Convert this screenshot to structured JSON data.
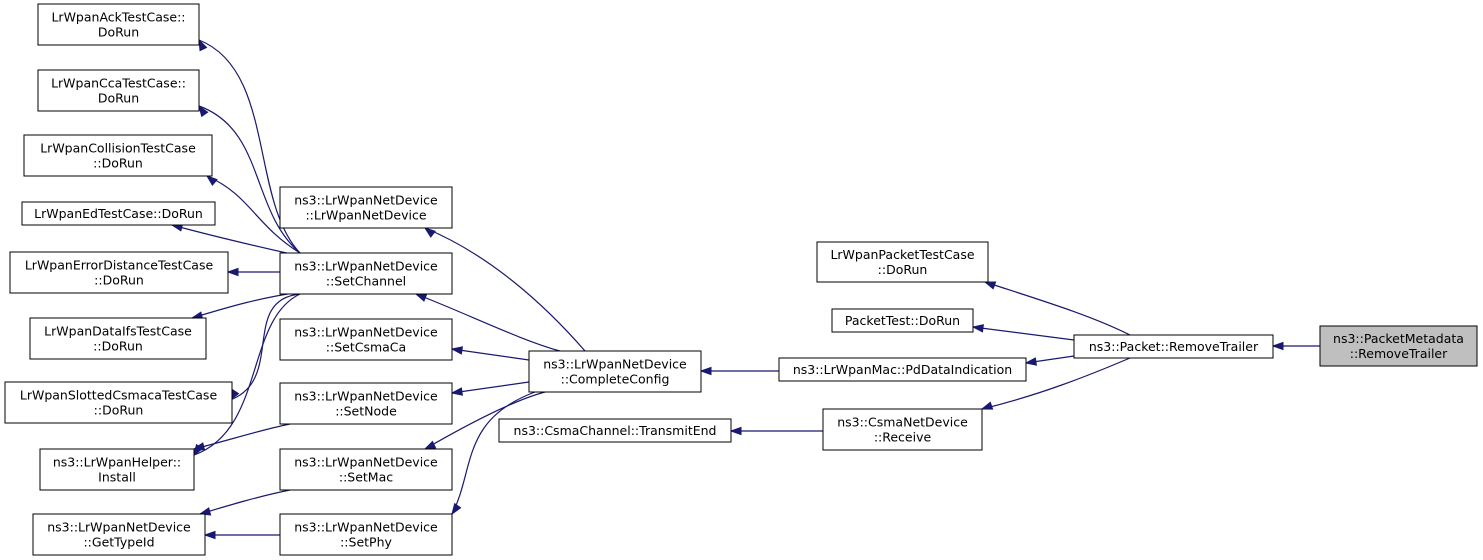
{
  "graph": {
    "nodes": [
      {
        "id": "removetrailer_meta",
        "lines": [
          "ns3::PacketMetadata",
          "::RemoveTrailer"
        ],
        "highlight": true
      },
      {
        "id": "packet_removetrailer",
        "lines": [
          "ns3::Packet::RemoveTrailer"
        ]
      },
      {
        "id": "lrwpanpackettestcase_dorun",
        "lines": [
          "LrWpanPacketTestCase",
          "::DoRun"
        ]
      },
      {
        "id": "packettest_dorun",
        "lines": [
          "PacketTest::DoRun"
        ]
      },
      {
        "id": "lrwpanmac_pddataindication",
        "lines": [
          "ns3::LrWpanMac::PdDataIndication"
        ]
      },
      {
        "id": "csmanetdevice_receive",
        "lines": [
          "ns3::CsmaNetDevice",
          "::Receive"
        ]
      },
      {
        "id": "csmachannel_transmitend",
        "lines": [
          "ns3::CsmaChannel::TransmitEnd"
        ]
      },
      {
        "id": "completeconfig",
        "lines": [
          "ns3::LrWpanNetDevice",
          "::CompleteConfig"
        ]
      },
      {
        "id": "lrwpannetdevice_ctor",
        "lines": [
          "ns3::LrWpanNetDevice",
          "::LrWpanNetDevice"
        ]
      },
      {
        "id": "setchannel",
        "lines": [
          "ns3::LrWpanNetDevice",
          "::SetChannel"
        ]
      },
      {
        "id": "setcsmaca",
        "lines": [
          "ns3::LrWpanNetDevice",
          "::SetCsmaCa"
        ]
      },
      {
        "id": "setnode",
        "lines": [
          "ns3::LrWpanNetDevice",
          "::SetNode"
        ]
      },
      {
        "id": "setmac",
        "lines": [
          "ns3::LrWpanNetDevice",
          "::SetMac"
        ]
      },
      {
        "id": "setphy",
        "lines": [
          "ns3::LrWpanNetDevice",
          "::SetPhy"
        ]
      },
      {
        "id": "acktestcase_dorun",
        "lines": [
          "LrWpanAckTestCase::",
          "DoRun"
        ]
      },
      {
        "id": "ccatestcase_dorun",
        "lines": [
          "LrWpanCcaTestCase::",
          "DoRun"
        ]
      },
      {
        "id": "collisiontestcase_dorun",
        "lines": [
          "LrWpanCollisionTestCase",
          "::DoRun"
        ]
      },
      {
        "id": "edtestcase_dorun",
        "lines": [
          "LrWpanEdTestCase::DoRun"
        ]
      },
      {
        "id": "errordistancetestcase_dorun",
        "lines": [
          "LrWpanErrorDistanceTestCase",
          "::DoRun"
        ]
      },
      {
        "id": "dataifstestcase_dorun",
        "lines": [
          "LrWpanDataIfsTestCase",
          "::DoRun"
        ]
      },
      {
        "id": "slottedcsmacatestcase_dorun",
        "lines": [
          "LrWpanSlottedCsmacaTestCase",
          "::DoRun"
        ]
      },
      {
        "id": "lrwpanhelper_install",
        "lines": [
          "ns3::LrWpanHelper::",
          "Install"
        ]
      },
      {
        "id": "gettypeid",
        "lines": [
          "ns3::LrWpanNetDevice",
          "::GetTypeId"
        ]
      }
    ],
    "edges": [
      {
        "from": "packet_removetrailer",
        "to": "removetrailer_meta"
      },
      {
        "from": "lrwpanpackettestcase_dorun",
        "to": "packet_removetrailer"
      },
      {
        "from": "packettest_dorun",
        "to": "packet_removetrailer"
      },
      {
        "from": "lrwpanmac_pddataindication",
        "to": "packet_removetrailer"
      },
      {
        "from": "csmanetdevice_receive",
        "to": "packet_removetrailer"
      },
      {
        "from": "completeconfig",
        "to": "lrwpanmac_pddataindication"
      },
      {
        "from": "csmachannel_transmitend",
        "to": "csmanetdevice_receive"
      },
      {
        "from": "lrwpannetdevice_ctor",
        "to": "completeconfig"
      },
      {
        "from": "setchannel",
        "to": "completeconfig"
      },
      {
        "from": "setcsmaca",
        "to": "completeconfig"
      },
      {
        "from": "setnode",
        "to": "completeconfig"
      },
      {
        "from": "setmac",
        "to": "completeconfig"
      },
      {
        "from": "setphy",
        "to": "completeconfig"
      },
      {
        "from": "acktestcase_dorun",
        "to": "setchannel"
      },
      {
        "from": "ccatestcase_dorun",
        "to": "setchannel"
      },
      {
        "from": "collisiontestcase_dorun",
        "to": "setchannel"
      },
      {
        "from": "edtestcase_dorun",
        "to": "setchannel"
      },
      {
        "from": "errordistancetestcase_dorun",
        "to": "setchannel"
      },
      {
        "from": "dataifstestcase_dorun",
        "to": "setchannel"
      },
      {
        "from": "slottedcsmacatestcase_dorun",
        "to": "setchannel"
      },
      {
        "from": "lrwpanhelper_install",
        "to": "setchannel"
      },
      {
        "from": "lrwpanhelper_install",
        "to": "setnode"
      },
      {
        "from": "gettypeid",
        "to": "setmac"
      },
      {
        "from": "gettypeid",
        "to": "setphy"
      }
    ]
  }
}
